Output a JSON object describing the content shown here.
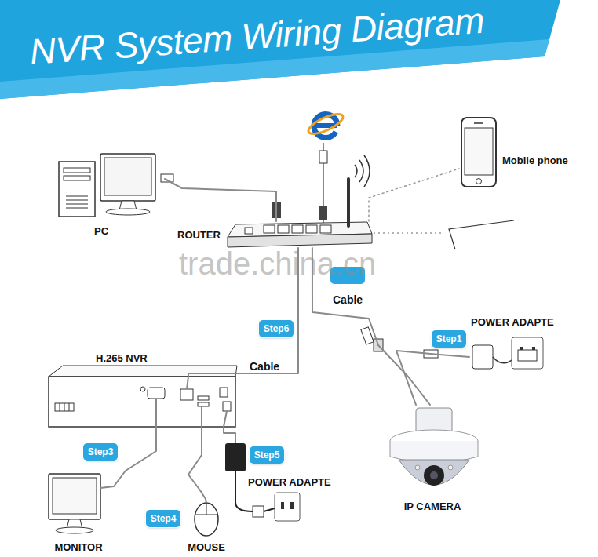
{
  "diagram": {
    "title": "NVR System Wiring Diagram",
    "nodes": [
      {
        "text": [
          "PC"
        ]
      },
      {
        "text": [
          "ROUTER"
        ]
      },
      {
        "text": [
          "Mobile phone"
        ]
      },
      {
        "text": [
          "Step6"
        ]
      },
      {
        "text": [
          "Step1"
        ]
      },
      {
        "text": [
          "POWER ADAPTE"
        ]
      },
      {
        "text": [
          "H.265 NVR"
        ]
      },
      {
        "text": [
          "Step3"
        ]
      },
      {
        "text": [
          "Step5"
        ]
      },
      {
        "text": [
          "POWER ADAPTE"
        ]
      },
      {
        "text": [
          "Step4"
        ]
      },
      {
        "text": [
          "IP CAMERA"
        ]
      },
      {
        "text": [
          "MONITOR"
        ]
      },
      {
        "text": [
          "MOUSE"
        ]
      }
    ],
    "edges": [
      {
        "from": 0,
        "to": 1,
        "arrow": "none"
      },
      {
        "from": 1,
        "to": 2,
        "arrow": "none"
      },
      {
        "from": 1,
        "to": 6,
        "label": "Cable",
        "arrow": "none"
      },
      {
        "from": 1,
        "to": 11,
        "label": "Cable",
        "arrow": "none"
      },
      {
        "from": 5,
        "to": 11,
        "arrow": "none"
      },
      {
        "from": 6,
        "to": 12,
        "arrow": "none"
      },
      {
        "from": 6,
        "to": 13,
        "arrow": "none"
      },
      {
        "from": 6,
        "to": 9,
        "arrow": "none"
      }
    ],
    "labels": [
      "trade.china.cn"
    ]
  }
}
